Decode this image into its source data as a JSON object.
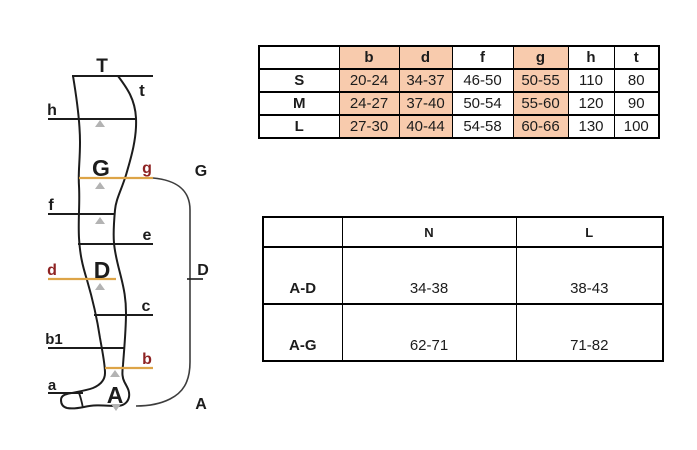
{
  "diagram": {
    "point_labels": {
      "T": "T",
      "t": "t",
      "h": "h",
      "G_large": "G",
      "g": "g",
      "bracket_G": "G",
      "f": "f",
      "e": "e",
      "d": "d",
      "D_large": "D",
      "bracket_D": "D",
      "c": "c",
      "b1": "b1",
      "b": "b",
      "a": "a",
      "A_large": "A",
      "bracket_A": "A"
    },
    "colors": {
      "outline": "#1c1c1c",
      "highlight_line": "#dda447",
      "highlight_label": "#8e2323",
      "marker": "#b3b3b3",
      "bracket": "#3d3d3d"
    }
  },
  "size_table": {
    "header": [
      "",
      "b",
      "d",
      "f",
      "g",
      "h",
      "t"
    ],
    "highlight_color": "#f8cbad",
    "rows": [
      {
        "label": "S",
        "values": [
          "20-24",
          "34-37",
          "46-50",
          "50-55",
          "110",
          "80"
        ]
      },
      {
        "label": "M",
        "values": [
          "24-27",
          "37-40",
          "50-54",
          "55-60",
          "120",
          "90"
        ]
      },
      {
        "label": "L",
        "values": [
          "27-30",
          "40-44",
          "54-58",
          "60-66",
          "130",
          "100"
        ]
      }
    ]
  },
  "length_table": {
    "header": [
      "",
      "N",
      "L"
    ],
    "rows": [
      {
        "label": "A-D",
        "values": [
          "34-38",
          "38-43"
        ]
      },
      {
        "label": "A-G",
        "values": [
          "62-71",
          "71-82"
        ]
      }
    ]
  }
}
